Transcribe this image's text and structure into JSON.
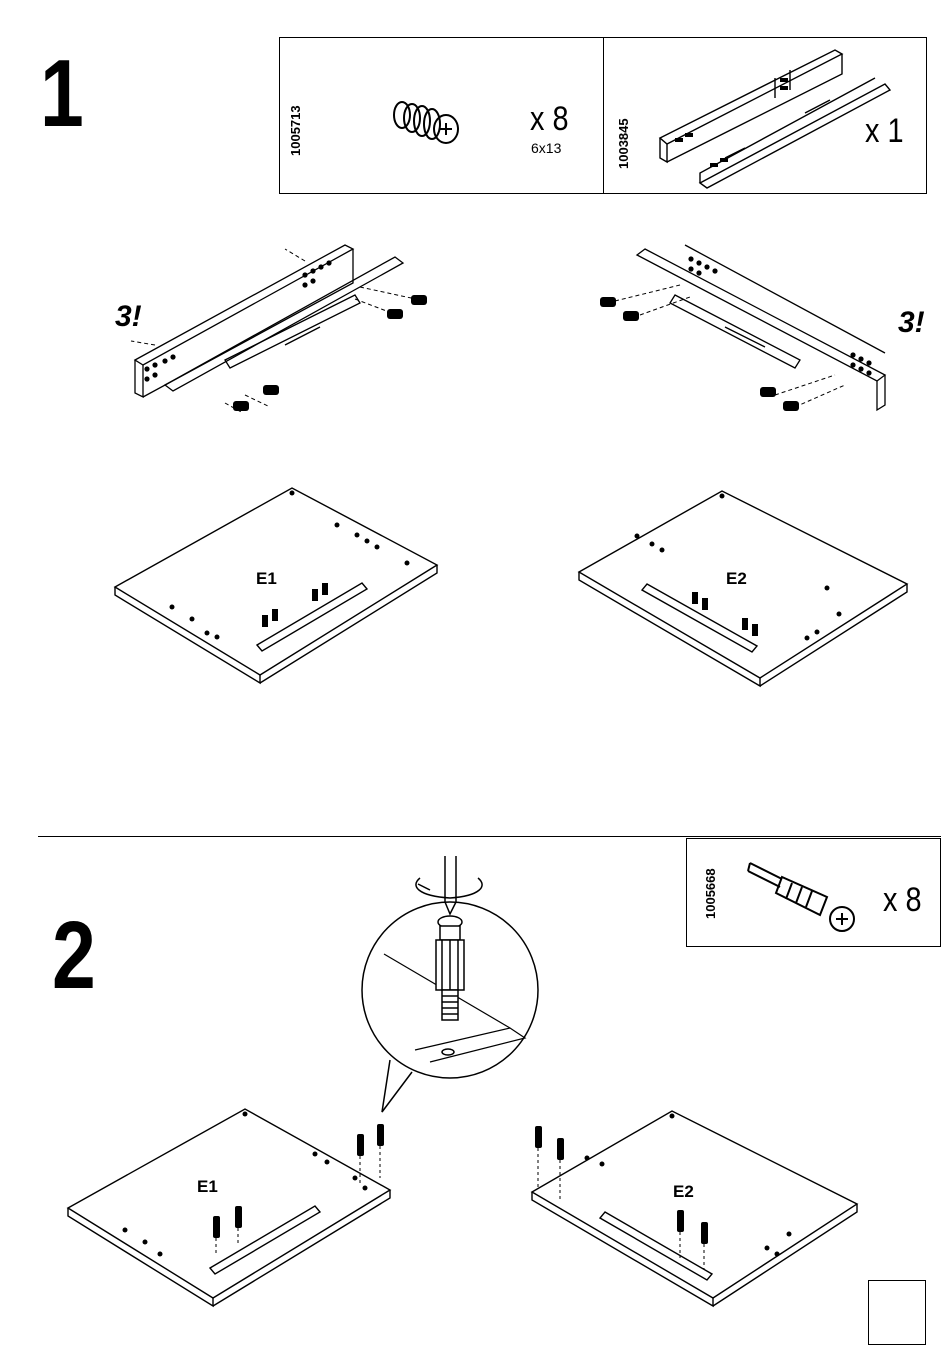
{
  "step1": {
    "number": "1",
    "parts": [
      {
        "code": "1005713",
        "icon": "cam-screw-icon",
        "quantity": "x 8",
        "size": "6x13"
      },
      {
        "code": "1003845",
        "icon": "drawer-runner-icon",
        "quantity": "x 1"
      }
    ],
    "warnings": [
      "3!",
      "3!"
    ],
    "panels": [
      "E1",
      "E2"
    ]
  },
  "step2": {
    "number": "2",
    "parts": [
      {
        "code": "1005668",
        "icon": "connecting-bolt-icon",
        "quantity": "x 8"
      }
    ],
    "panels": [
      "E1",
      "E2"
    ]
  }
}
